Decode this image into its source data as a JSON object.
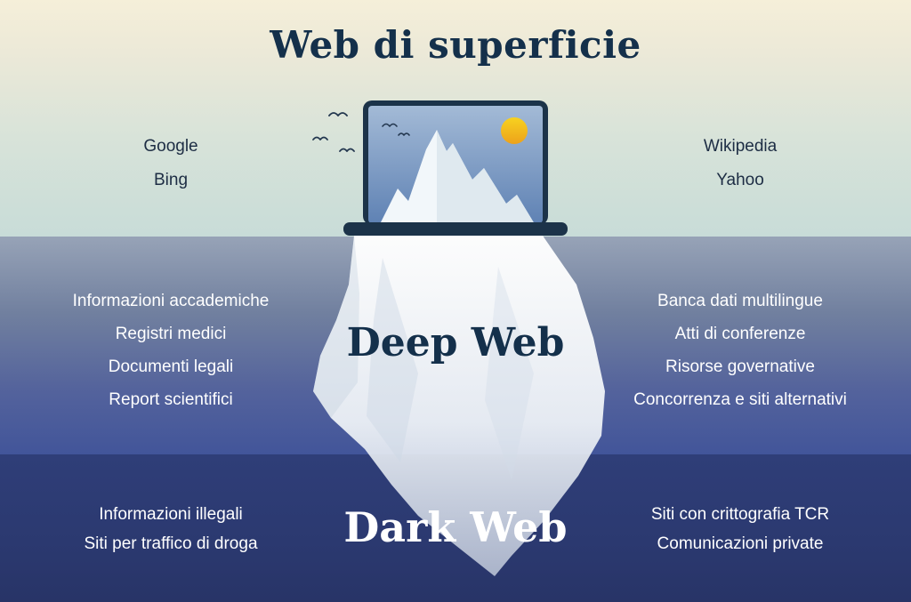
{
  "title": "Web di superficie",
  "surface": {
    "left_items": [
      "Google",
      "Bing"
    ],
    "right_items": [
      "Wikipedia",
      "Yahoo"
    ]
  },
  "deep": {
    "label": "Deep Web",
    "left_items": [
      "Informazioni accademiche",
      "Registri medici",
      "Documenti legali",
      "Report scientifici"
    ],
    "right_items": [
      "Banca dati multilingue",
      "Atti di conferenze",
      "Risorse governative",
      "Concorrenza e siti alternativi"
    ]
  },
  "dark": {
    "label": "Dark Web",
    "left_items": [
      "Informazioni illegali",
      "Siti per traffico di droga"
    ],
    "right_items": [
      "Siti con crittografia TCR",
      "Comunicazioni private"
    ]
  },
  "colors": {
    "surface_text": "#1d2d44",
    "deep_label": "#14304b",
    "item_text": "#ffffff",
    "dark_band": "#2b3970",
    "laptop_frame": "#1c3349",
    "sun": "#f2b51c"
  }
}
